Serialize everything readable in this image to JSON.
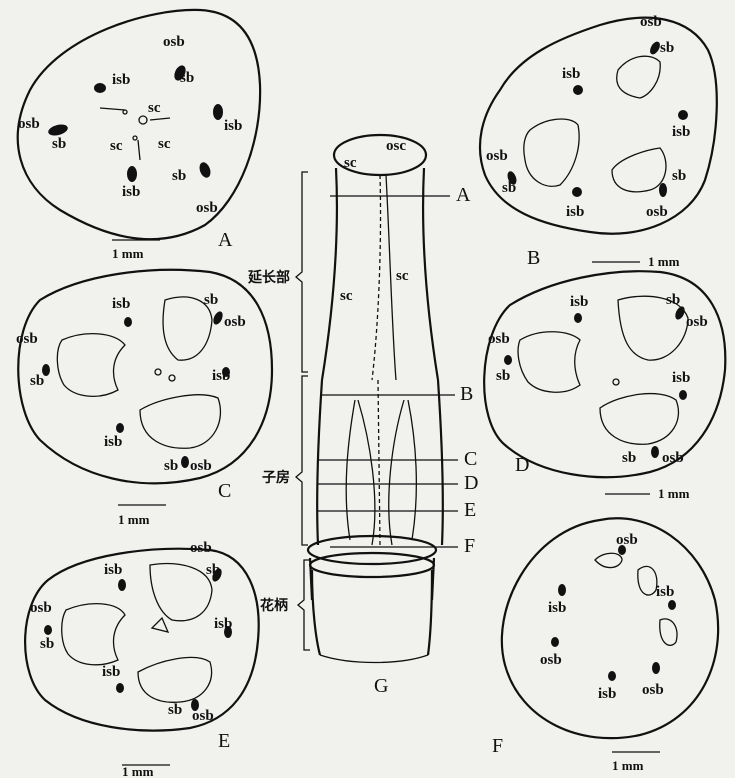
{
  "labels": {
    "osb": "osb",
    "isb": "isb",
    "sb": "sb",
    "sc": "sc",
    "panel_a": "A",
    "panel_b": "B",
    "panel_c": "C",
    "panel_d": "D",
    "panel_e": "E",
    "panel_f": "F",
    "panel_g": "G",
    "cut_a": "A",
    "cut_b": "B",
    "cut_c": "C",
    "cut_d": "D",
    "cut_e": "E",
    "cut_f": "F",
    "scale": "1 mm",
    "region_extension": "延长部",
    "region_ovary": "子房",
    "region_pedicel": "花柄"
  }
}
